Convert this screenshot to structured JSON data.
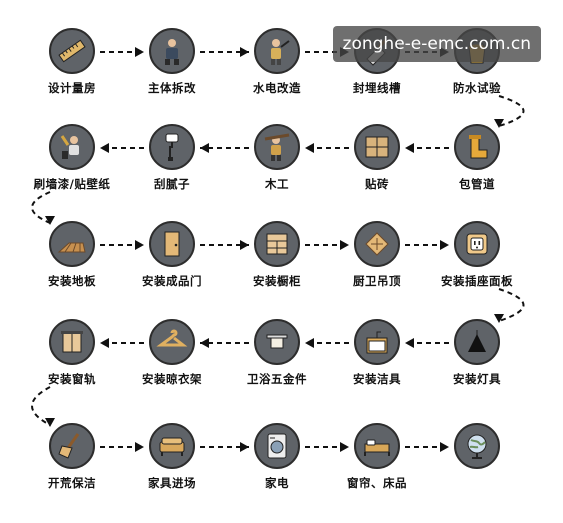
{
  "watermark": "zonghe-e-emc.com.cn",
  "steps": [
    {
      "label": "设计量房",
      "icon": "ruler-icon"
    },
    {
      "label": "主体拆改",
      "icon": "worker-demolition-icon"
    },
    {
      "label": "水电改造",
      "icon": "electrician-icon"
    },
    {
      "label": "封埋线槽",
      "icon": "trowel-icon"
    },
    {
      "label": "防水试验",
      "icon": "bucket-icon"
    },
    {
      "label": "包管道",
      "icon": "pipe-icon"
    },
    {
      "label": "贴砖",
      "icon": "tiles-icon"
    },
    {
      "label": "木工",
      "icon": "carpenter-icon"
    },
    {
      "label": "刮腻子",
      "icon": "roller-icon"
    },
    {
      "label": "刷墙漆/贴壁纸",
      "icon": "painter-icon"
    },
    {
      "label": "安装地板",
      "icon": "floor-plank-icon"
    },
    {
      "label": "安装成品门",
      "icon": "door-icon"
    },
    {
      "label": "安装橱柜",
      "icon": "cabinet-icon"
    },
    {
      "label": "厨卫吊顶",
      "icon": "ceiling-panel-icon"
    },
    {
      "label": "安装插座面板",
      "icon": "socket-icon"
    },
    {
      "label": "安装灯具",
      "icon": "lamp-icon"
    },
    {
      "label": "安装洁具",
      "icon": "sink-cabinet-icon"
    },
    {
      "label": "卫浴五金件",
      "icon": "towel-rack-icon"
    },
    {
      "label": "安装晾衣架",
      "icon": "clothes-hanger-icon"
    },
    {
      "label": "安装窗轨",
      "icon": "window-track-icon"
    },
    {
      "label": "开荒保洁",
      "icon": "broom-icon"
    },
    {
      "label": "家具进场",
      "icon": "sofa-icon"
    },
    {
      "label": "家电",
      "icon": "washing-machine-icon"
    },
    {
      "label": "窗帘、床品",
      "icon": "bed-icon"
    },
    {
      "label": "",
      "icon": "globe-icon"
    }
  ]
}
